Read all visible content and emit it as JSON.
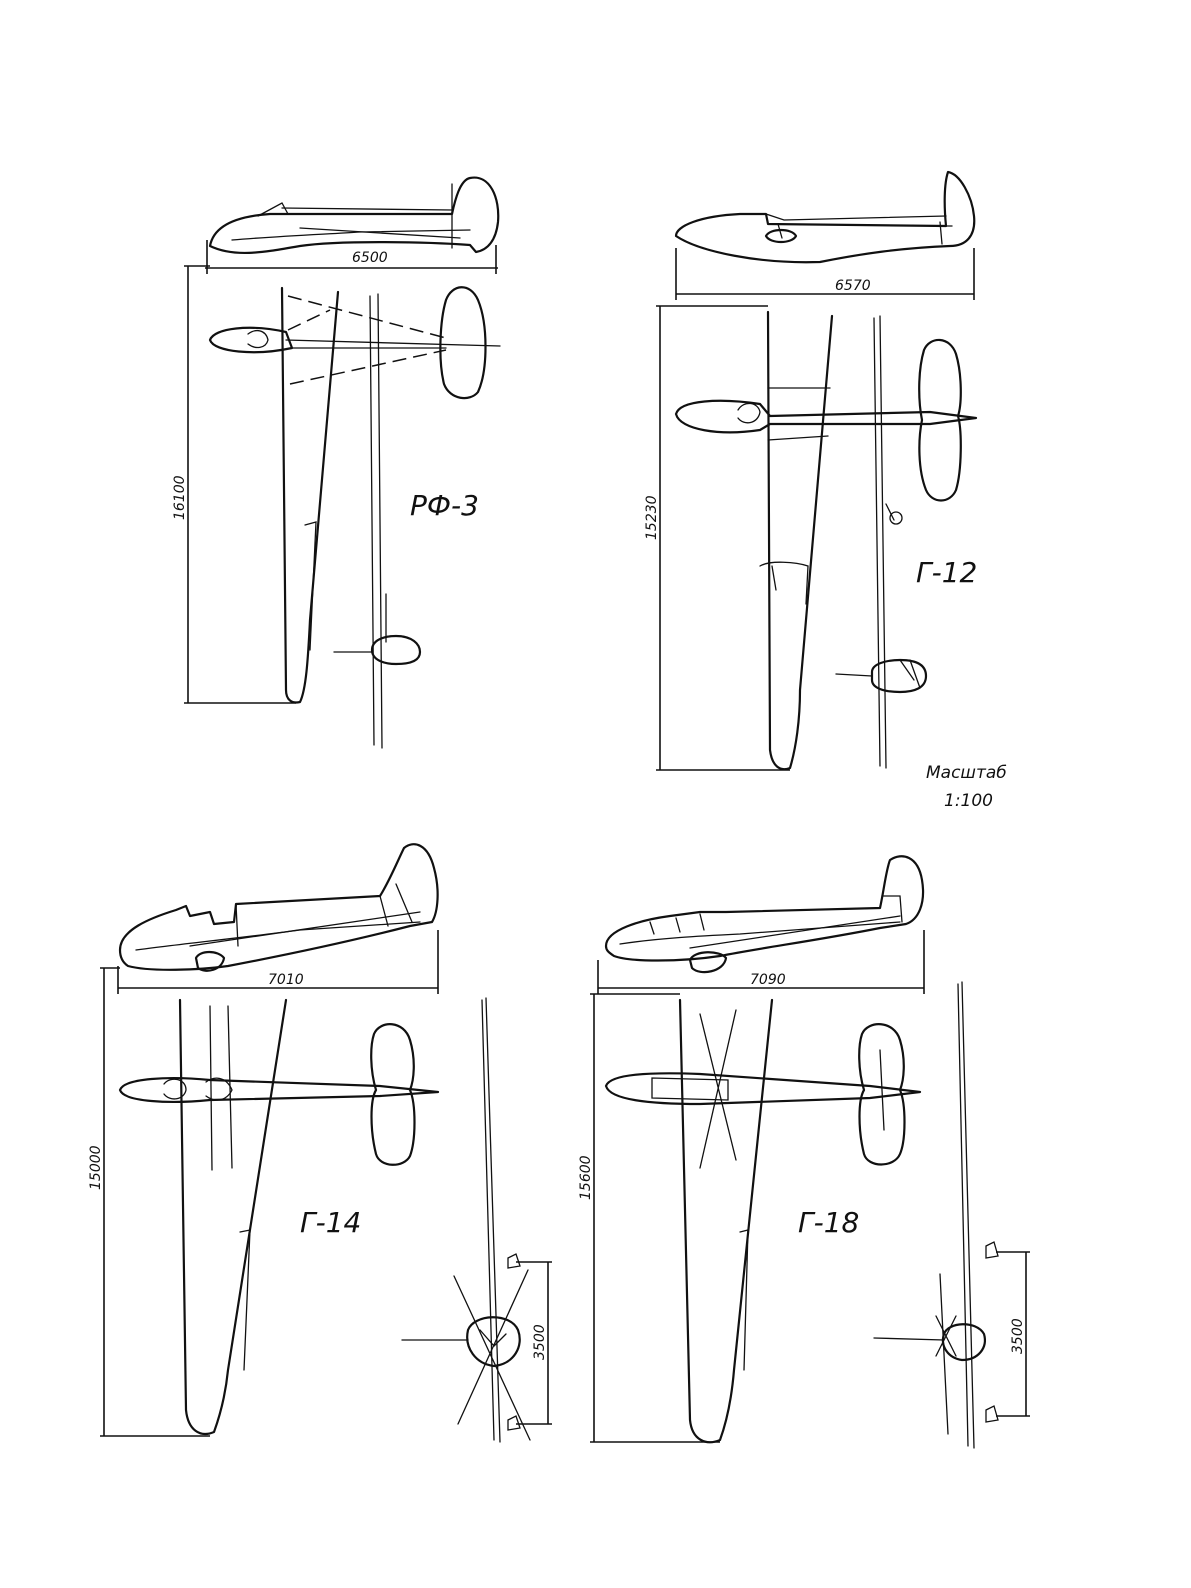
{
  "gliders": [
    {
      "id": "rf3",
      "name": "РФ-3",
      "length": "6500",
      "span": "16100"
    },
    {
      "id": "g12",
      "name": "Г-12",
      "length": "6570",
      "span": "15230"
    },
    {
      "id": "g14",
      "name": "Г-14",
      "length": "7010",
      "span": "15000",
      "height": "3500"
    },
    {
      "id": "g18",
      "name": "Г-18",
      "length": "7090",
      "span": "15600",
      "height": "3500"
    }
  ],
  "scale": {
    "label": "Масштаб",
    "value": "1:100"
  }
}
